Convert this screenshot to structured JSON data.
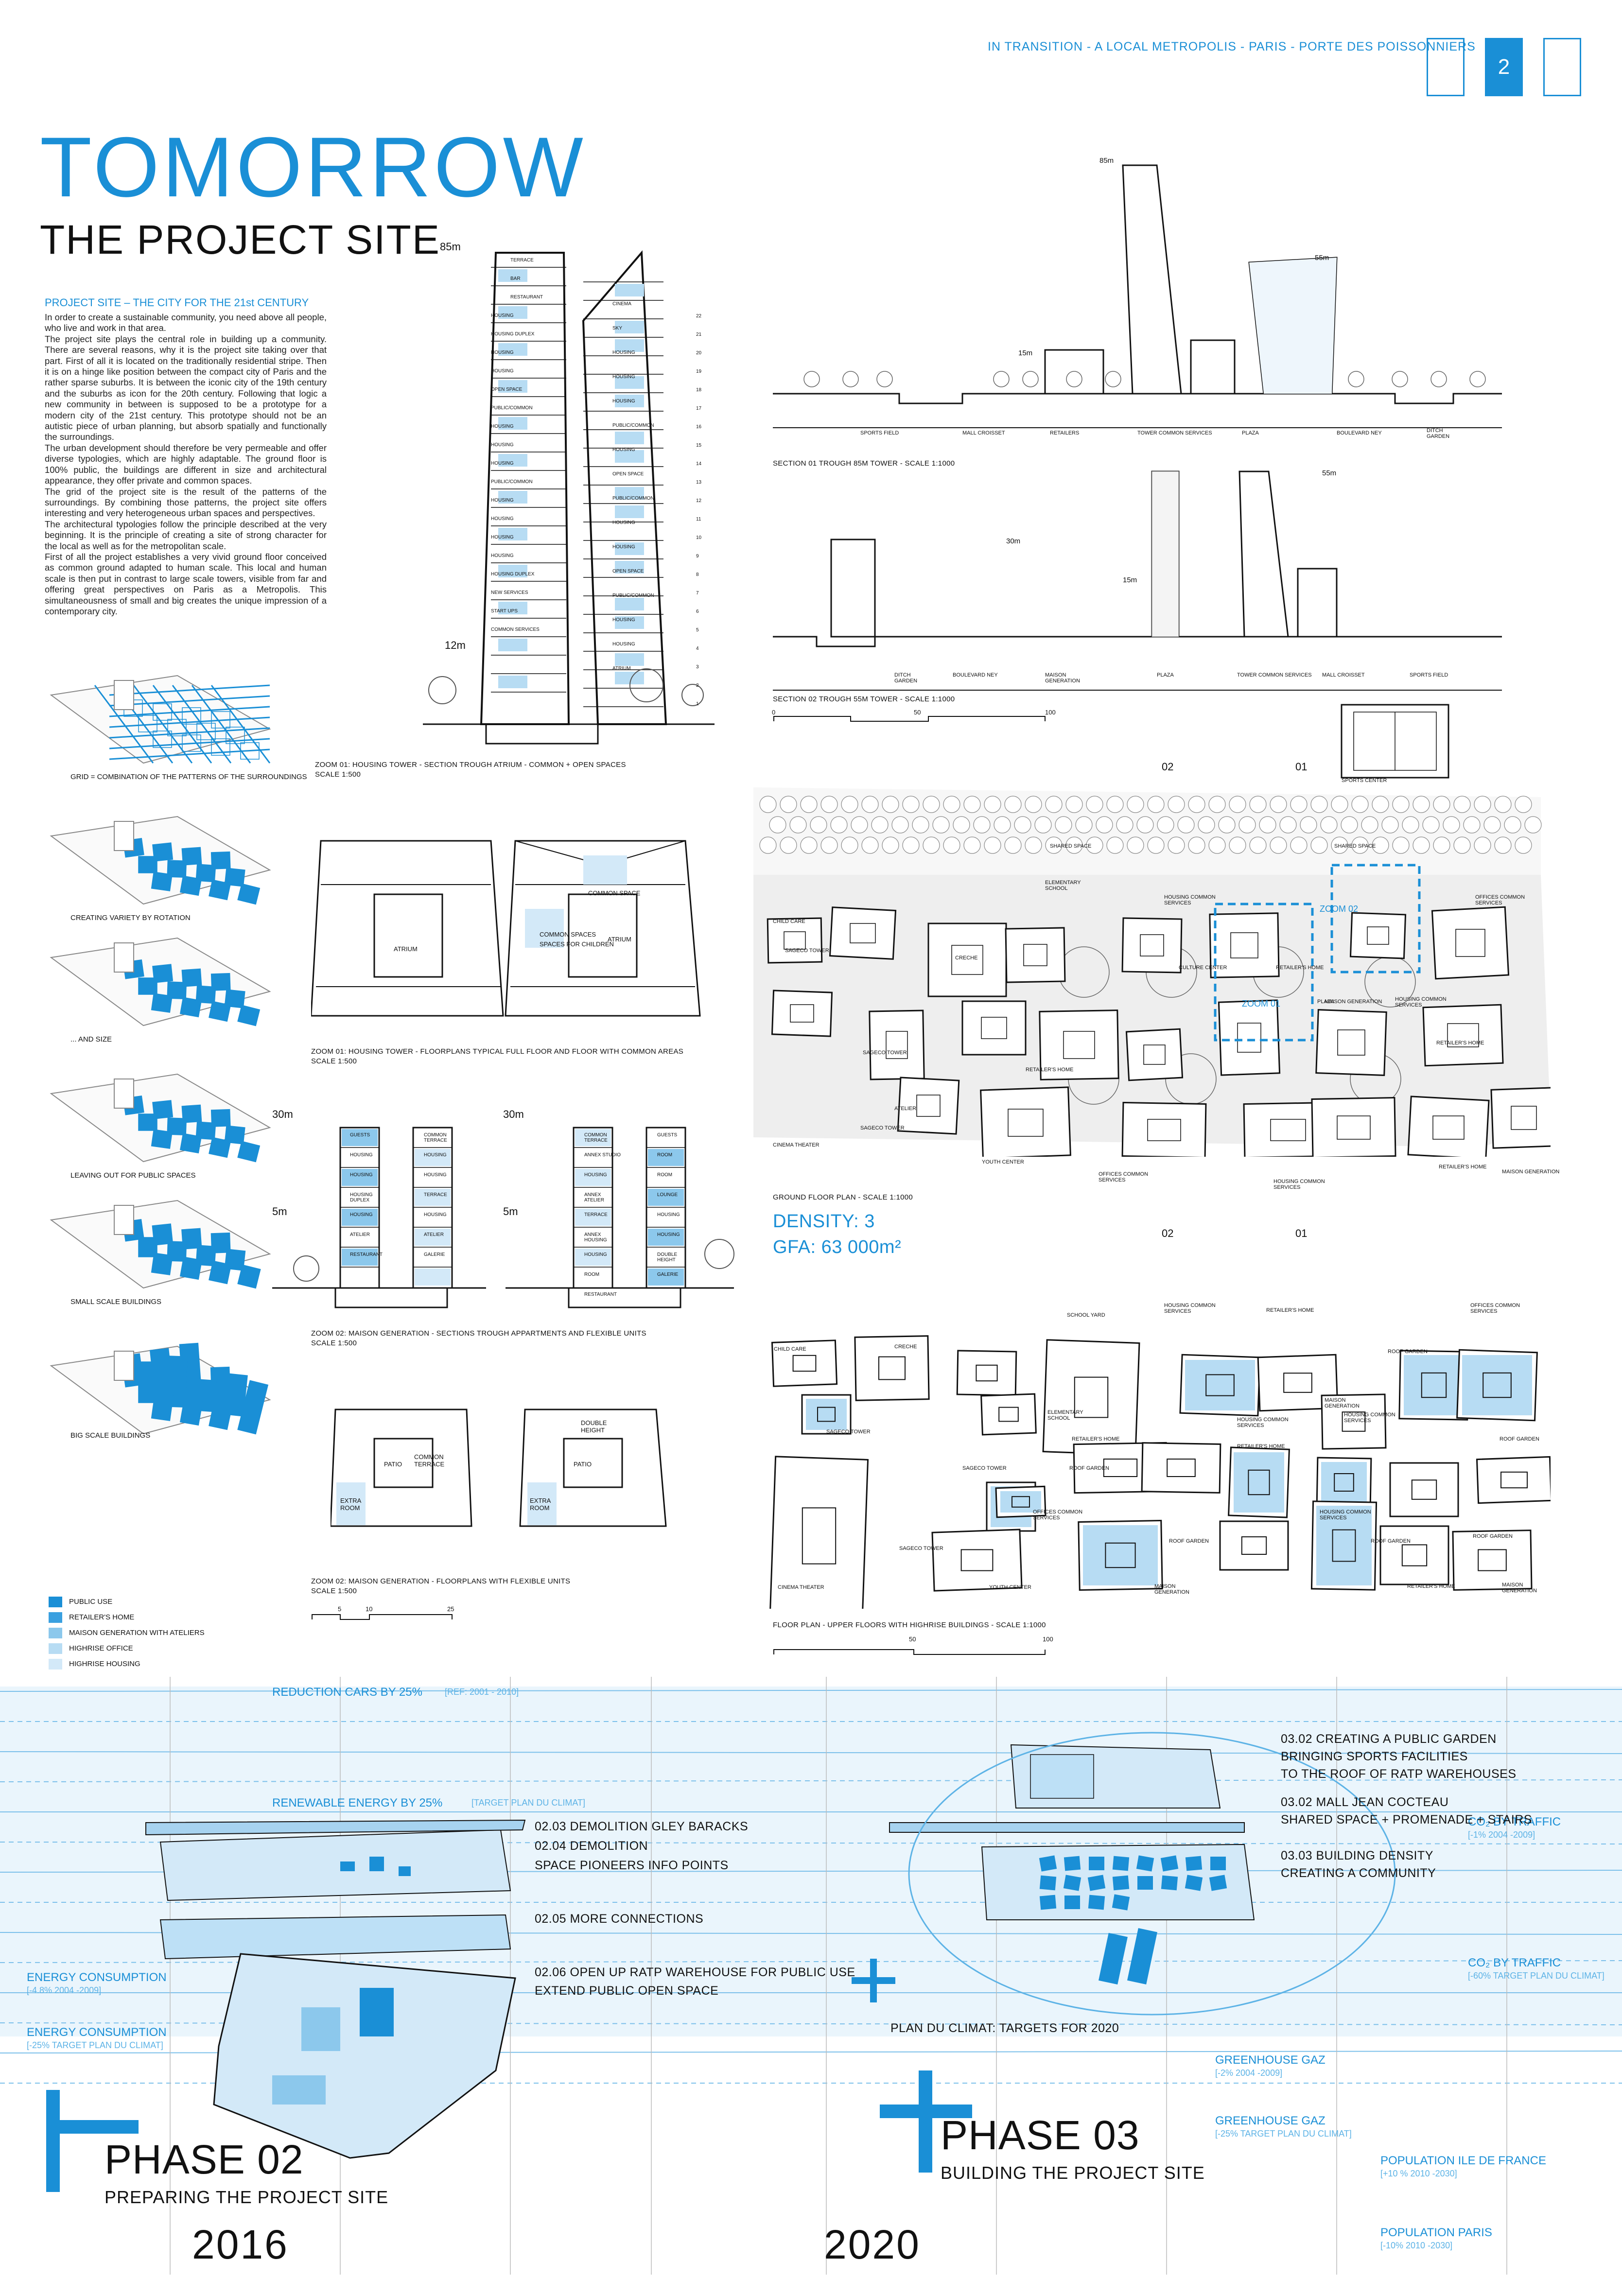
{
  "header": {
    "title": "IN TRANSITION - A LOCAL METROPOLIS - PARIS - PORTE DES POISSONNIERS",
    "page_number": "2"
  },
  "title": {
    "main": "TOMORROW",
    "sub": "THE PROJECT SITE"
  },
  "intro": {
    "heading": "PROJECT SITE – THE CITY FOR THE 21st CENTURY",
    "paragraphs": [
      "In order to create a sustainable community, you need above all people, who live and work in that area.",
      "The project site plays the central role in building up a community. There are several reasons, why it is the project site taking over that part. First of all it is located on the traditionally residential stripe. Then it is on a hinge like position between the compact city of Paris and the rather sparse suburbs. It is between the iconic city of the 19th century and the suburbs as icon for the 20th century. Following that logic a new community in between is supposed to be a prototype for a modern city of the 21st century. This prototype should not be an autistic piece of urban planning, but absorb spatially and functionally the surroundings.",
      "The urban development should therefore be very permeable and offer diverse typologies, which are highly adaptable. The ground floor is 100% public, the buildings are different in size and architectural appearance, they offer private and common spaces.",
      "The grid of the project site is the result of the patterns of the surroundings. By combining those patterns, the project site offers interesting and very heterogeneous urban spaces and perspectives.",
      "The architectural typologies follow the principle described at the very beginning. It is the principle of creating a site of strong character for the local as well as for the metropolitan scale.",
      "First of all the project establishes a very vivid ground floor conceived as common ground adapted to human scale. This local and human scale is then put in contrast to large scale towers, visible from far and offering great perspectives on Paris as a Metropolis. This simultaneousness of small and big creates the unique impression of a contemporary city."
    ]
  },
  "diagrams": {
    "captions": [
      "GRID = COMBINATION OF THE PATTERNS OF THE SURROUNDINGS",
      "CREATING VARIETY BY ROTATION",
      "... AND SIZE",
      "LEAVING OUT FOR PUBLIC SPACES",
      "SMALL SCALE BUILDINGS",
      "BIG SCALE BUILDINGS"
    ],
    "legend": [
      {
        "label": "PUBLIC USE",
        "color": "#1a8fd6"
      },
      {
        "label": "RETAILER'S HOME",
        "color": "#3aa0e0"
      },
      {
        "label": "MAISON GENERATION WITH ATELIERS",
        "color": "#8cc8ec"
      },
      {
        "label": "HIGHRISE OFFICE",
        "color": "#b7dcf3"
      },
      {
        "label": "HIGHRISE HOUSING",
        "color": "#d3e9f8"
      }
    ]
  },
  "tower": {
    "height_top": "85m",
    "height_low": "12m",
    "caption": "ZOOM 01: HOUSING TOWER - SECTION TROUGH ATRIUM - COMMON + OPEN SPACES",
    "scale": "SCALE 1:500",
    "labels_left": [
      "TERRACE",
      "BAR",
      "RESTAURANT",
      "HOUSING",
      "HOUSING DUPLEX",
      "HOUSING",
      "HOUSING",
      "OPEN SPACE",
      "PUBLIC/COMMON",
      "HOUSING",
      "HOUSING",
      "HOUSING",
      "PUBLIC/COMMON",
      "HOUSING",
      "HOUSING",
      "HOUSING",
      "HOUSING",
      "HOUSING DUPLEX",
      "NEW SERVICES",
      "START UPS",
      "COMMON SERVICES"
    ],
    "labels_right": [
      "CINEMA",
      "SKY",
      "HOUSING",
      "HOUSING",
      "HOUSING",
      "PUBLIC/COMMON",
      "HOUSING",
      "OPEN SPACE",
      "PUBLIC/COMMON",
      "HOUSING",
      "HOUSING",
      "OPEN SPACE",
      "PUBLIC/COMMON",
      "HOUSING",
      "HOUSING",
      "ATRIUM"
    ],
    "floor_numbers": [
      "22",
      "21",
      "20",
      "19",
      "18",
      "17",
      "16",
      "15",
      "14",
      "13",
      "12",
      "11",
      "10",
      "9",
      "8",
      "7",
      "6",
      "5",
      "4",
      "3",
      "2",
      "1"
    ]
  },
  "floorplans": {
    "caption": "ZOOM 01: HOUSING TOWER - FLOORPLANS TYPICAL FULL FLOOR AND FLOOR WITH COMMON AREAS",
    "scale": "SCALE 1:500",
    "labels": [
      "ATRIUM",
      "ATRIUM",
      "COMMON SPACES",
      "SPACES FOR CHILDREN",
      "COMMON SPACE"
    ]
  },
  "maison_sections": {
    "caption": "ZOOM 02: MAISON GENERATION - SECTIONS TROUGH APPARTMENTS AND FLEXIBLE UNITS",
    "scale": "SCALE 1:500",
    "h_top": "30m",
    "h_low": "5m",
    "left_labels": [
      "GUESTS",
      "HOUSING",
      "HOUSING",
      "HOUSING DUPLEX",
      "HOUSING",
      "ATELIER",
      "RESTAURANT"
    ],
    "left_labels2": [
      "COMMON TERRACE",
      "HOUSING",
      "HOUSING",
      "TERRACE",
      "HOUSING",
      "ATELIER",
      "GALERIE"
    ],
    "right_labels": [
      "COMMON TERRACE",
      "ANNEX STUDIO",
      "HOUSING",
      "ANNEX ATELIER",
      "TERRACE",
      "ANNEX HOUSING",
      "HOUSING",
      "ROOM",
      "RESTAURANT"
    ],
    "right_labels2": [
      "GUESTS",
      "ROOM",
      "ROOM",
      "LOUNGE",
      "HOUSING",
      "HOUSING",
      "DOUBLE HEIGHT",
      "GALERIE"
    ]
  },
  "maison_plans": {
    "caption": "ZOOM 02: MAISON GENERATION - FLOORPLANS WITH FLEXIBLE UNITS",
    "scale": "SCALE 1:500",
    "labels": [
      "PATIO",
      "PATIO",
      "COMMON TERRACE",
      "EXTRA ROOM",
      "DOUBLE HEIGHT",
      "EXTRA ROOM"
    ],
    "scale_ticks": [
      "5",
      "10",
      "25"
    ]
  },
  "section01": {
    "caption": "SECTION 01 TROUGH 85M TOWER - SCALE 1:1000",
    "heights": [
      "85m",
      "55m",
      "15m"
    ],
    "zones": [
      "SPORTS FIELD",
      "MALL CROISSET",
      "RETAILERS",
      "TOWER COMMON SERVICES",
      "PLAZA",
      "BOULEVARD NEY",
      "DITCH GARDEN"
    ]
  },
  "section02": {
    "caption": "SECTION 02 TROUGH 55M TOWER - SCALE 1:1000",
    "heights": [
      "55m",
      "30m",
      "15m"
    ],
    "zones": [
      "DITCH GARDEN",
      "BOULEVARD NEY",
      "MAISON GENERATION",
      "PLAZA",
      "TOWER COMMON SERVICES",
      "MALL CROISSET",
      "SPORTS FIELD"
    ],
    "scale_ticks": [
      "0",
      "50",
      "100"
    ]
  },
  "ground_plan": {
    "caption": "GROUND FLOOR PLAN  - SCALE 1:1000",
    "density": "DENSITY: 3",
    "gfa": "GFA: 63 000m²",
    "section_marks": [
      "02",
      "01",
      "02",
      "01"
    ],
    "labels": [
      "SPORTS CENTER",
      "SHARED SPACE",
      "SHARED SPACE",
      "ELEMENTARY SCHOOL",
      "HOUSING COMMON SERVICES",
      "OFFICES COMMON SERVICES",
      "CHILD CARE",
      "SAGECO TOWER",
      "CRECHE",
      "CULTURE CENTER",
      "RETAILER'S HOME",
      "ZOOM 02",
      "ZOOM 01",
      "PLAZA",
      "MAISON GENERATION",
      "HOUSING COMMON SERVICES",
      "RETAILER'S HOME",
      "SAGECO TOWER",
      "ATELIER",
      "RETAILER'S HOME",
      "SAGECO TOWER",
      "CINEMA THEATER",
      "YOUTH CENTER",
      "OFFICES COMMON SERVICES",
      "HOUSING COMMON SERVICES",
      "RETAILER'S HOME",
      "MAISON GENERATION"
    ]
  },
  "upper_plan": {
    "caption": "FLOOR PLAN - UPPER FLOORS WITH HIGHRISE BUILDINGS - SCALE 1:1000",
    "labels": [
      "CHILD CARE",
      "CRECHE",
      "SCHOOL YARD",
      "HOUSING COMMON SERVICES",
      "RETAILER'S HOME",
      "ROOF GARDEN",
      "OFFICES COMMON SERVICES",
      "SAGECO TOWER",
      "ELEMENTARY SCHOOL",
      "MAISON GENERATION",
      "HOUSING COMMON SERVICES",
      "HOUSING COMMON SERVICES",
      "ROOF GARDEN",
      "RETAILER'S HOME",
      "RETAILER'S HOME",
      "SAGECO TOWER",
      "ROOF GARDEN",
      "OFFICES COMMON SERVICES",
      "HOUSING COMMON SERVICES",
      "SAGECO TOWER",
      "ROOF GARDEN",
      "ROOF GARDEN",
      "ROOF GARDEN",
      "CINEMA THEATER",
      "YOUTH CENTER",
      "MAISON GENERATION",
      "RETAILER'S HOME",
      "MAISON GENERATION"
    ],
    "scale_ticks": [
      "50",
      "100"
    ]
  },
  "timeline": {
    "stats": [
      {
        "label": "REDUCTION CARS BY 25%",
        "note": "[REF: 2001 - 2010]"
      },
      {
        "label": "RENEWABLE ENERGY BY 25%",
        "note": "[TARGET PLAN DU CLIMAT]"
      },
      {
        "label": "ENERGY CONSUMPTION",
        "note": "[-4.8% 2004 -2009]"
      },
      {
        "label": "ENERGY CONSUMPTION",
        "note": "[-25% TARGET PLAN DU CLIMAT]"
      },
      {
        "label": "CO₂ BY TRAFFIC",
        "note": "[-1% 2004 -2009]"
      },
      {
        "label": "CO₂ BY TRAFFIC",
        "note": "[-60% TARGET PLAN DU CLIMAT]"
      },
      {
        "label": "GREENHOUSE GAZ",
        "note": "[-2% 2004 -2009]"
      },
      {
        "label": "GREENHOUSE GAZ",
        "note": "[-25% TARGET PLAN DU CLIMAT]"
      },
      {
        "label": "POPULATION ILE DE FRANCE",
        "note": "[+10 % 2010 -2030]"
      },
      {
        "label": "POPULATION PARIS",
        "note": "[-10% 2010 -2030]"
      }
    ],
    "phase02": {
      "title": "PHASE 02",
      "subtitle": "PREPARING THE PROJECT SITE",
      "year": "2016",
      "steps": [
        "02.03 DEMOLITION GLEY BARACKS",
        "02.04 DEMOLITION",
        "SPACE PIONEERS INFO POINTS",
        "02.05 MORE CONNECTIONS",
        "02.06 OPEN UP RATP WAREHOUSE FOR PUBLIC USE",
        "EXTEND PUBLIC OPEN SPACE"
      ]
    },
    "plan_du_climat": "PLAN DU CLIMAT: TARGETS FOR 2020",
    "phase03": {
      "title": "PHASE 03",
      "subtitle": "BUILDING THE PROJECT SITE",
      "year": "2020",
      "steps": [
        "03.02 CREATING A PUBLIC GARDEN",
        "BRINGING SPORTS FACILITIES",
        "TO THE ROOF OF RATP WAREHOUSES",
        "03.02 MALL JEAN COCTEAU",
        "SHARED SPACE + PROMENADE + STAIRS",
        "03.03 BUILDING DENSITY",
        "CREATING A COMMUNITY"
      ]
    }
  }
}
